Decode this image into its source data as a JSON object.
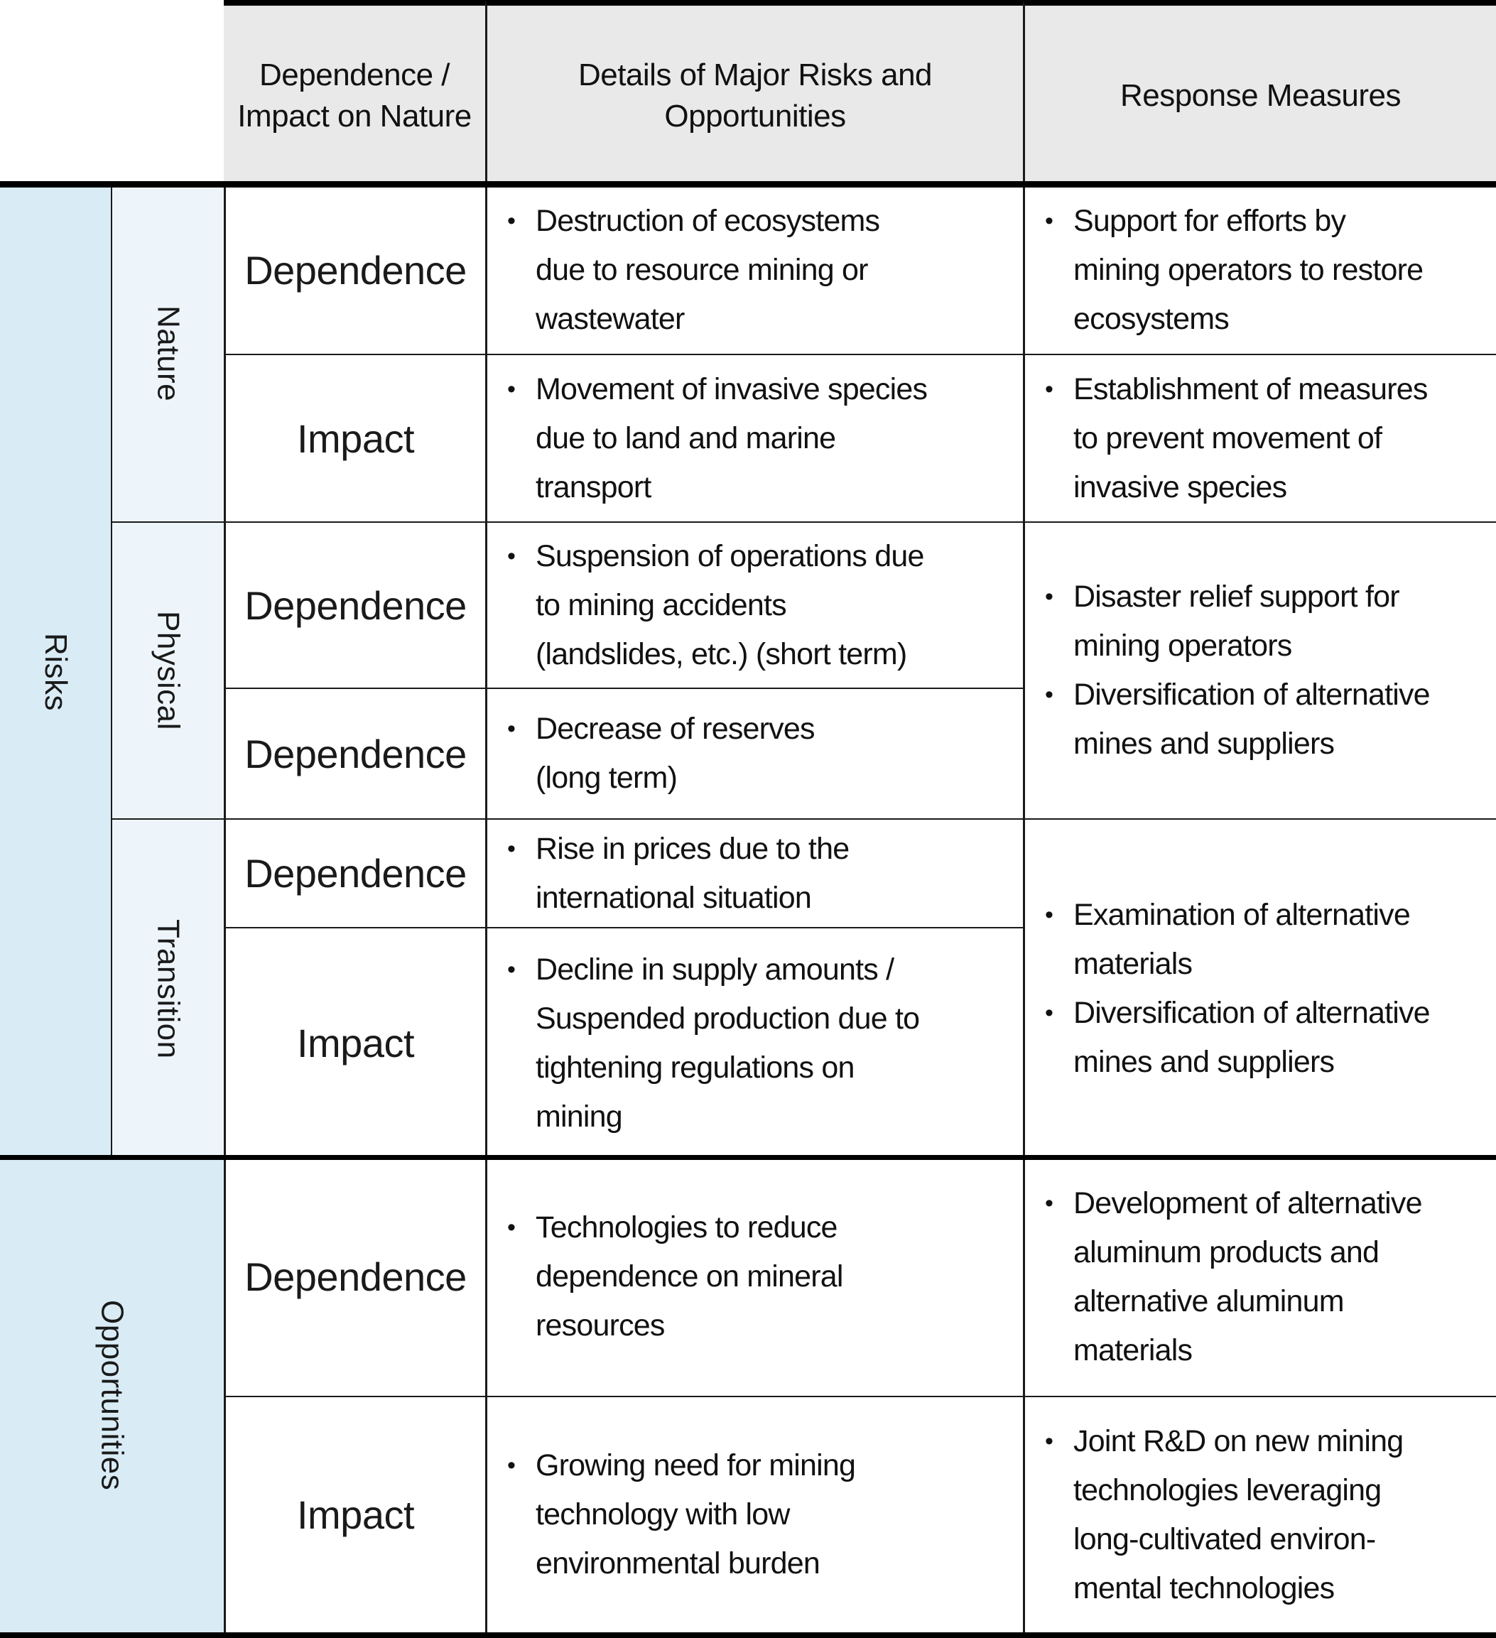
{
  "colors": {
    "header_bg": "#e9e9e9",
    "section_primary_bg": "#d9ecf6",
    "section_secondary_bg": "#edf5fb",
    "thick_rule": "#000000",
    "thin_rule": "#1a1a1a"
  },
  "glyphs": {
    "bullet": "•"
  },
  "header": {
    "dependence_impact": "Dependence / Impact on Nature",
    "details": "Details of Major Risks and Opportunities",
    "response": "Response Measures"
  },
  "sections": {
    "risks": "Risks",
    "opportunities": "Opportunities",
    "nature": "Nature",
    "physical": "Physical",
    "transition": "Transition"
  },
  "rows": [
    {
      "type": "Dependence",
      "detail": "Destruction of ecosystems\ndue to resource mining or\nwastewater"
    },
    {
      "type": "Impact",
      "detail": "Movement of invasive species\ndue to land and marine\ntransport"
    },
    {
      "type": "Dependence",
      "detail": "Suspension of operations due\nto mining accidents\n(landslides, etc.) (short term)"
    },
    {
      "type": "Dependence",
      "detail": "Decrease of reserves\n(long term)"
    },
    {
      "type": "Dependence",
      "detail": "Rise in prices due to the\ninternational situation"
    },
    {
      "type": "Impact",
      "detail": "Decline in supply amounts /\nSuspended production due to\ntightening regulations on\nmining"
    },
    {
      "type": "Dependence",
      "detail": "Technologies to reduce\ndependence on mineral\nresources"
    },
    {
      "type": "Impact",
      "detail": "Growing need for mining\ntechnology with low\nenvironmental burden"
    }
  ],
  "responses": {
    "nature_dependence": [
      "Support for efforts by\nmining operators to restore\necosystems"
    ],
    "nature_impact": [
      "Establishment of measures\nto prevent movement of\ninvasive species"
    ],
    "physical": [
      "Disaster relief support for\nmining operators",
      "Diversification of alternative\nmines and suppliers"
    ],
    "transition": [
      "Examination of alternative\nmaterials",
      "Diversification of alternative\nmines and suppliers"
    ],
    "opportunity_dependence": [
      "Development of alternative\naluminum products and\nalternative aluminum\nmaterials"
    ],
    "opportunity_impact": [
      "Joint R&D on new mining\ntechnologies leveraging\nlong-cultivated environ-\nmental technologies"
    ]
  }
}
